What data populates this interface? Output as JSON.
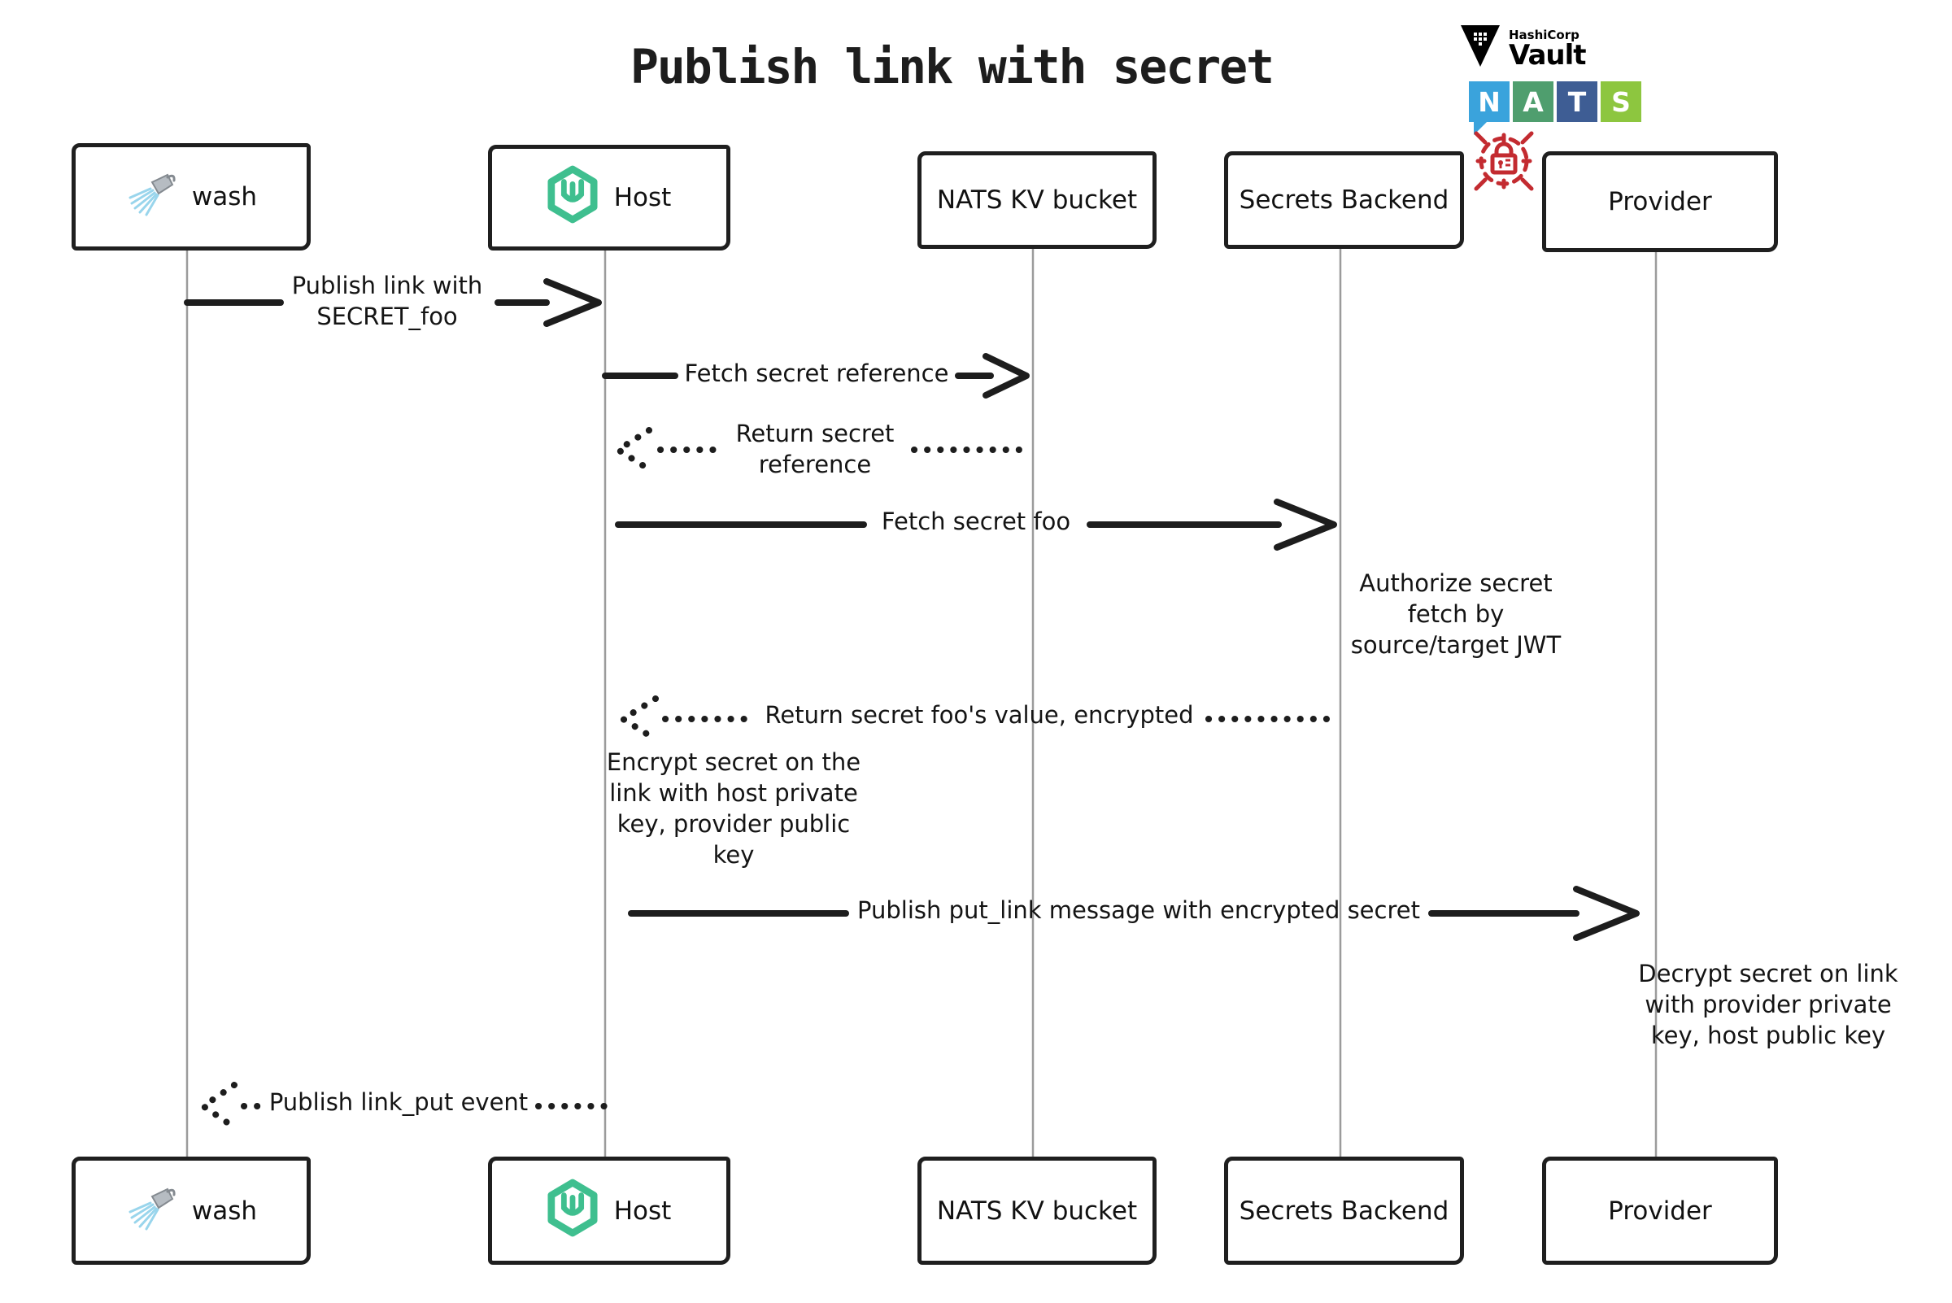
{
  "title": "Publish link with secret",
  "logos": {
    "vault": {
      "brand": "HashiCorp",
      "product": "Vault"
    },
    "nats": {
      "letters": [
        "N",
        "A",
        "T",
        "S"
      ],
      "colors": [
        "#3aa3dc",
        "#4f9e6e",
        "#3e5d94",
        "#8dc63f"
      ]
    }
  },
  "accent_colors": {
    "wasmcloud_green": "#3fbf8f",
    "lock_red": "#c32b30",
    "arrow_black": "#1d1d1d",
    "lifeline_gray": "#9b9b9b"
  },
  "actors": [
    {
      "id": "wash",
      "label": "wash",
      "icon": "shower-icon"
    },
    {
      "id": "host",
      "label": "Host",
      "icon": "wasmcloud-icon"
    },
    {
      "id": "nats-kv",
      "label": "NATS KV bucket",
      "icon": null
    },
    {
      "id": "secrets-backend",
      "label": "Secrets Backend",
      "icon": null
    },
    {
      "id": "provider",
      "label": "Provider",
      "icon": null
    }
  ],
  "messages": [
    {
      "from": "wash",
      "to": "host",
      "style": "solid",
      "lines": [
        "Publish link with",
        "SECRET_foo"
      ]
    },
    {
      "from": "host",
      "to": "nats-kv",
      "style": "solid",
      "lines": [
        "Fetch secret reference"
      ]
    },
    {
      "from": "nats-kv",
      "to": "host",
      "style": "dotted",
      "lines": [
        "Return secret",
        "reference"
      ]
    },
    {
      "from": "host",
      "to": "secrets-backend",
      "style": "solid",
      "lines": [
        "Fetch secret foo"
      ]
    },
    {
      "from": "secrets-backend",
      "to": "host",
      "style": "dotted",
      "lines": [
        "Return secret foo's value, encrypted"
      ]
    },
    {
      "from": "host",
      "to": "provider",
      "style": "solid",
      "lines": [
        "Publish put_link message with encrypted secret"
      ]
    },
    {
      "from": "host",
      "to": "wash",
      "style": "dotted",
      "lines": [
        "Publish link_put event"
      ]
    }
  ],
  "notes": [
    {
      "anchor": "secrets-backend",
      "lines": [
        "Authorize secret",
        "fetch by",
        "source/target JWT"
      ]
    },
    {
      "anchor": "host",
      "lines": [
        "Encrypt secret on the",
        "link with host private",
        "key, provider public",
        "key"
      ]
    },
    {
      "anchor": "provider",
      "lines": [
        "Decrypt secret on link",
        "with provider private",
        "key, host public key"
      ]
    }
  ]
}
